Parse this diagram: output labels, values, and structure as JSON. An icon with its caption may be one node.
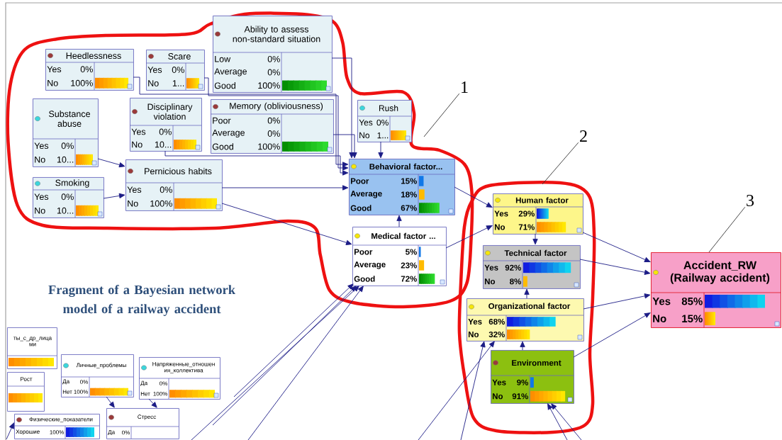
{
  "diagram": {
    "title": "Fragment of a Bayesian network model of a railway accident",
    "nodes": [
      {
        "text": [],
        "shape": "loop"
      },
      {
        "text": [
          "Heedlessness",
          "Yes",
          "0%",
          "No",
          "100%"
        ],
        "in": 0
      },
      {
        "text": [
          "Scare",
          "Yes",
          "0%",
          "No",
          "1..."
        ],
        "in": 0
      },
      {
        "text": [
          "Ability to assess non-standard situation",
          "Low",
          "0%",
          "Average",
          "0%",
          "Good",
          "100%"
        ],
        "in": 0
      },
      {
        "text": [
          "Substance abuse",
          "Yes",
          "0%",
          "No",
          "10..."
        ],
        "in": 0
      },
      {
        "text": [
          "Disciplinary violation",
          "Yes",
          "0%",
          "No",
          "10..."
        ],
        "in": 0
      },
      {
        "text": [
          "Memory (obliviousness)",
          "Poor",
          "0%",
          "Average",
          "0%",
          "Good",
          "100%"
        ],
        "in": 0
      },
      {
        "text": [
          "Rush",
          "Yes",
          "0%",
          "No",
          "1..."
        ],
        "in": 0
      },
      {
        "text": [
          "Smoking",
          "Yes",
          "0%",
          "No",
          "10..."
        ],
        "in": 0
      },
      {
        "text": [
          "Pernicious habits",
          "Yes",
          "0%",
          "No",
          "100%"
        ],
        "in": 0
      },
      {
        "text": [
          "Behavioral factor...",
          "Poor",
          "15%",
          "Average",
          "18%",
          "Good",
          "67%"
        ],
        "in": 0
      },
      {
        "text": [
          "Medical factor ...",
          "Poor",
          "5%",
          "Average",
          "23%",
          "Good",
          "72%"
        ],
        "in": 0
      },
      {
        "text": [],
        "shape": "loop"
      },
      {
        "text": [
          "Human factor",
          "Yes",
          "29%",
          "No",
          "71%"
        ],
        "in": 12
      },
      {
        "text": [
          "Technical factor",
          "Yes",
          "92%",
          "No",
          "8%"
        ],
        "in": 12
      },
      {
        "text": [
          "Organizational factor",
          "Yes",
          "68%",
          "No",
          "32%"
        ],
        "in": 12
      },
      {
        "text": [
          "Environment",
          "Yes",
          "9%",
          "No",
          "91%"
        ],
        "in": 12
      },
      {
        "text": [
          "Accident_RW (Railway accident)",
          "Yes",
          "85%",
          "No",
          "15%"
        ]
      },
      {
        "text": [
          "1"
        ]
      },
      {
        "text": [
          "2"
        ]
      },
      {
        "text": [
          "3"
        ]
      },
      {
        "text": [
          "ты_с_др_лица ми"
        ]
      },
      {
        "text": [
          "Рост"
        ]
      },
      {
        "text": [
          "Личные_проблемы",
          "Да",
          "0%",
          "Нет",
          "100%"
        ]
      },
      {
        "text": [
          "Напряженные_отношен ия_коллектива",
          "Да",
          "0%",
          "Нет",
          "100%"
        ]
      },
      {
        "text": [
          "Стресс",
          "Да",
          "0%"
        ]
      },
      {
        "text": [
          "Физические_показатели",
          "Хорошие",
          "100%"
        ]
      }
    ],
    "edges": [
      {
        "from": 1,
        "to": 10,
        "arrow": "to"
      },
      {
        "from": 2,
        "to": 10,
        "arrow": "to"
      },
      {
        "from": 3,
        "to": 10,
        "arrow": "to"
      },
      {
        "from": 5,
        "to": 10,
        "arrow": "to"
      },
      {
        "from": 6,
        "to": 10,
        "arrow": "to"
      },
      {
        "from": 7,
        "to": 10,
        "arrow": "to"
      },
      {
        "from": 4,
        "to": 9,
        "arrow": "to"
      },
      {
        "from": 8,
        "to": 9,
        "arrow": "to"
      },
      {
        "from": 9,
        "to": 10,
        "arrow": "to"
      },
      {
        "from": 9,
        "to": 11,
        "arrow": "to"
      },
      {
        "from": 11,
        "to": 10,
        "arrow": "to"
      },
      {
        "from": 10,
        "to": 13,
        "arrow": "to"
      },
      {
        "from": 11,
        "to": 13,
        "arrow": "to"
      },
      {
        "from": 13,
        "to": 14,
        "arrow": "to"
      },
      {
        "from": 13,
        "to": 17,
        "arrow": "to"
      },
      {
        "from": 14,
        "to": 17,
        "arrow": "to"
      },
      {
        "from": 15,
        "to": 17,
        "arrow": "to"
      },
      {
        "from": 16,
        "to": 17,
        "arrow": "to"
      },
      {
        "from": 15,
        "to": 14,
        "arrow": "to"
      },
      {
        "from": 16,
        "to": 15,
        "arrow": "to"
      },
      {
        "from": 18,
        "to": 0,
        "arrow": "none",
        "color": "#333333"
      },
      {
        "from": 19,
        "to": 12,
        "arrow": "none",
        "color": "#333333"
      },
      {
        "from": 20,
        "to": 17,
        "arrow": "none",
        "color": "#333333"
      },
      {
        "from": null,
        "to": 11,
        "arrow": "to"
      },
      {
        "from": null,
        "to": 11,
        "arrow": "to"
      },
      {
        "from": null,
        "to": 11,
        "arrow": "to"
      },
      {
        "from": null,
        "to": 11,
        "arrow": "to"
      },
      {
        "from": null,
        "to": 15,
        "arrow": "to"
      },
      {
        "from": null,
        "to": 15,
        "arrow": "to"
      },
      {
        "from": null,
        "to": 16,
        "arrow": "to"
      },
      {
        "from": null,
        "to": 16,
        "arrow": "to"
      },
      {
        "from": 23,
        "to": 25,
        "arrow": "to"
      },
      {
        "from": 24,
        "to": 25,
        "arrow": "to"
      },
      {
        "from": null,
        "to": 26,
        "arrow": "to"
      }
    ]
  }
}
